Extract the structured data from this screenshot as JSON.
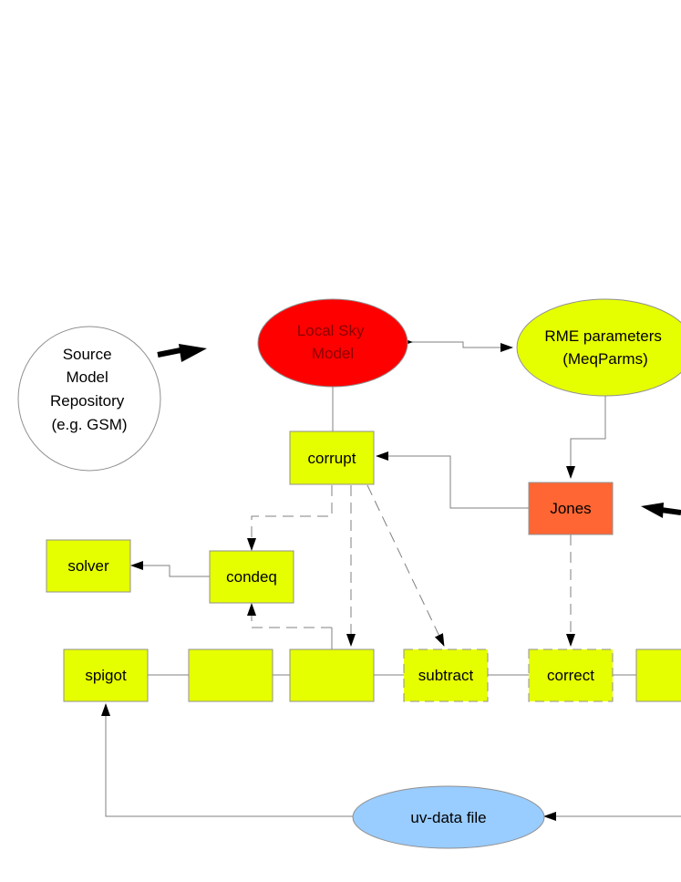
{
  "nodes": {
    "source_repo": [
      "Source",
      "Model",
      "Repository",
      "(e.g. GSM)"
    ],
    "local_sky_model": [
      "Local Sky",
      "Model"
    ],
    "rme_parameters": [
      "RME parameters",
      "(MeqParms)"
    ],
    "corrupt": "corrupt",
    "jones": "Jones",
    "solver": "solver",
    "condeq": "condeq",
    "spigot": "spigot",
    "subtract": "subtract",
    "correct": "correct",
    "uv_data_file": "uv-data file"
  },
  "colors": {
    "yellow_box": "#e6ff00",
    "red_ellipse": "#ff0000",
    "red_text": "#8b0000",
    "rme_ellipse": "#e6ff00",
    "jones_box": "#ff6633",
    "uv_ellipse": "#99ccff",
    "white_ellipse": "#ffffff",
    "stroke": "#808080",
    "arrow": "#000000"
  }
}
